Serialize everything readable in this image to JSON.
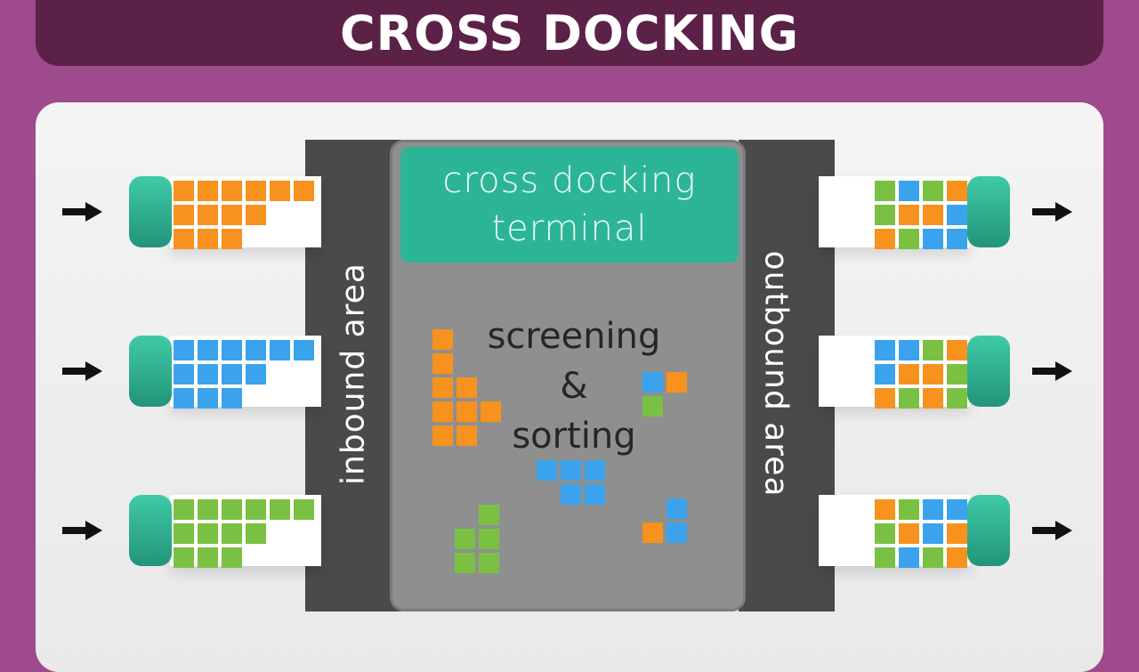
{
  "title": "CROSS DOCKING",
  "terminal": {
    "line1": "cross docking",
    "line2": "terminal"
  },
  "inbound_label": "inbound area",
  "outbound_label": "outbound area",
  "sorting": {
    "line1": "screening",
    "line2": "&",
    "line3": "sorting"
  },
  "colors": {
    "orange": "#f7921e",
    "blue": "#3ba3ee",
    "green": "#7ac143",
    "teal": "#2bb596"
  },
  "inbound_trucks": [
    {
      "color": "orange",
      "rows": [
        6,
        4,
        3
      ]
    },
    {
      "color": "blue",
      "rows": [
        6,
        4,
        3
      ]
    },
    {
      "color": "green",
      "rows": [
        6,
        4,
        3
      ]
    }
  ],
  "outbound_trucks": [
    {
      "grid": [
        [
          "green",
          "blue",
          "green",
          "orange"
        ],
        [
          "green",
          "orange",
          "orange",
          "blue"
        ],
        [
          "orange",
          "green",
          "blue",
          "blue"
        ]
      ]
    },
    {
      "grid": [
        [
          "blue",
          "blue",
          "green",
          "orange"
        ],
        [
          "blue",
          "orange",
          "orange",
          "green"
        ],
        [
          "orange",
          "green",
          "orange",
          "green"
        ]
      ]
    },
    {
      "grid": [
        [
          "orange",
          "green",
          "blue",
          "blue"
        ],
        [
          "green",
          "orange",
          "blue",
          "orange"
        ],
        [
          "green",
          "blue",
          "green",
          "orange"
        ]
      ]
    }
  ]
}
